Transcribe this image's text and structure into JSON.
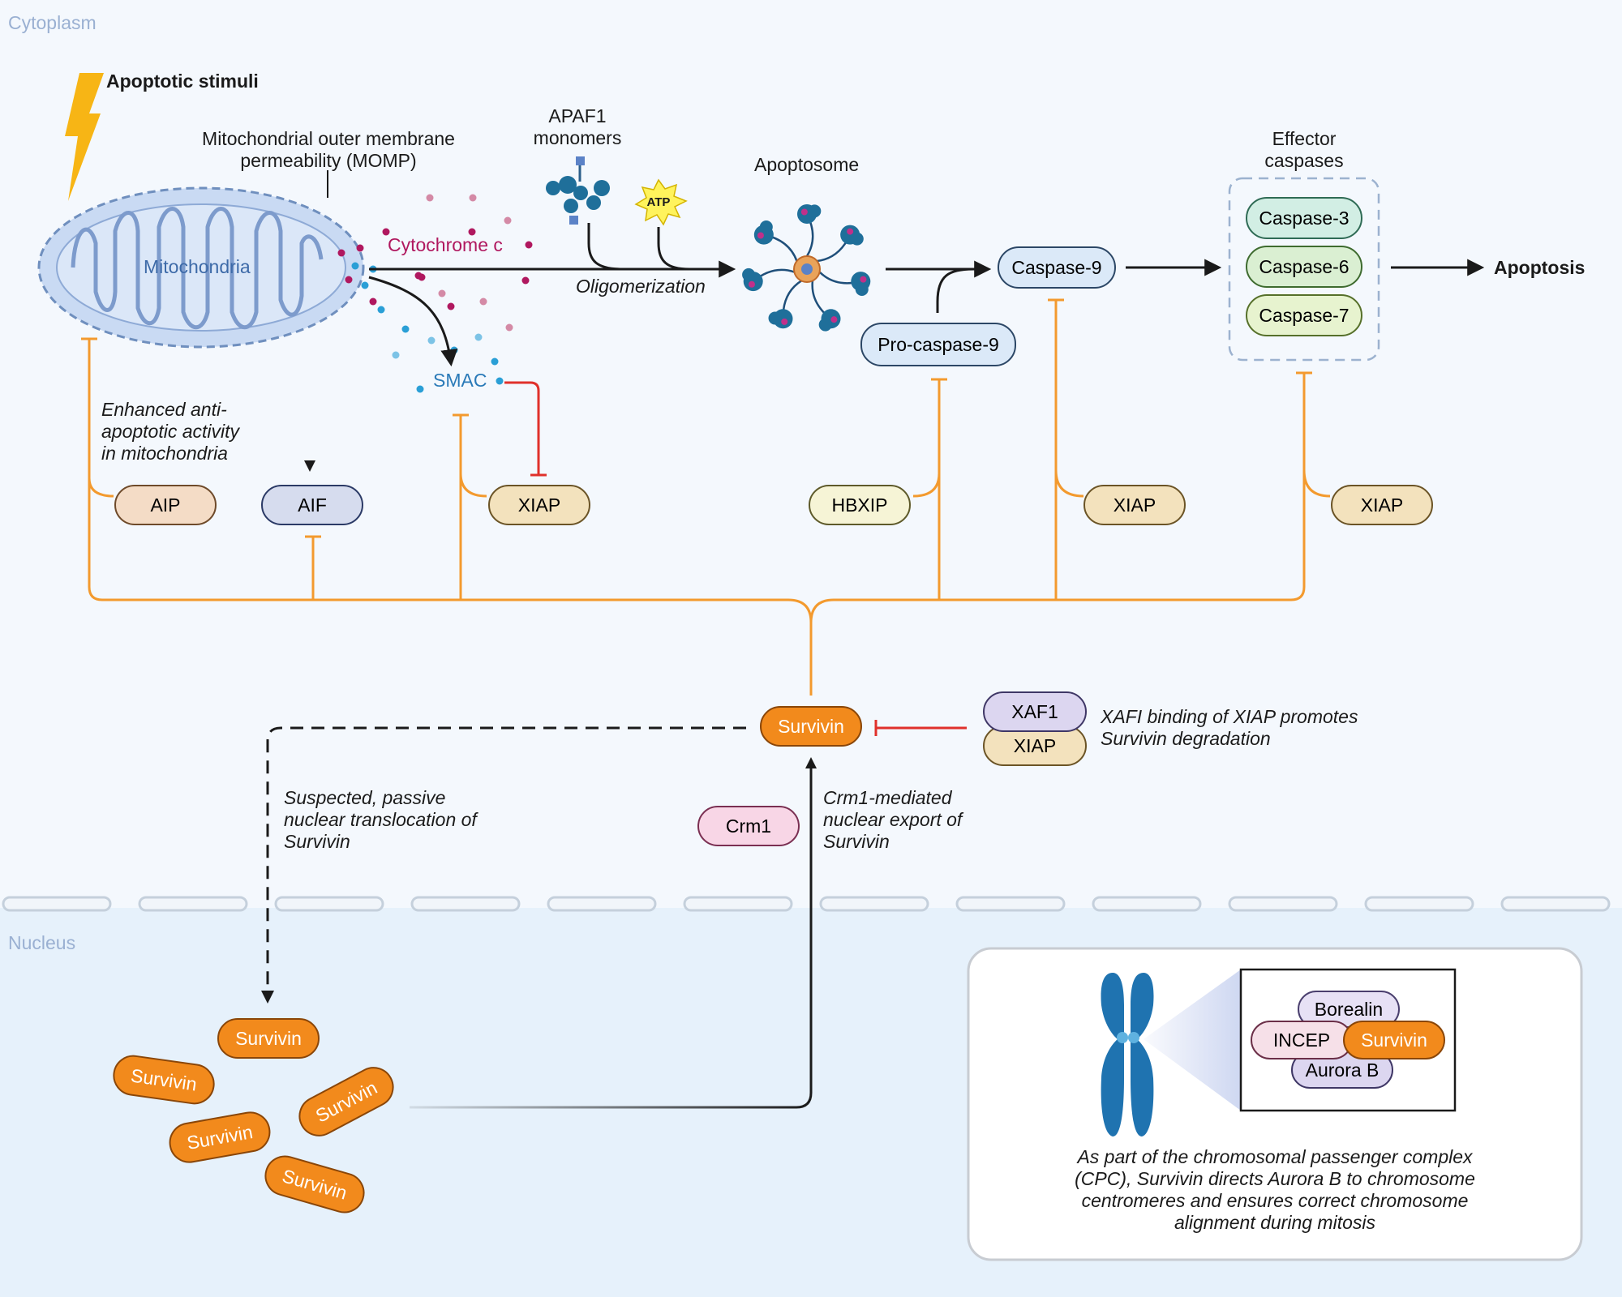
{
  "regions": {
    "cytoplasm": "Cytoplasm",
    "nucleus": "Nucleus"
  },
  "labels": {
    "apoptotic_stimuli": "Apoptotic stimuli",
    "momp_line1": "Mitochondrial outer membrane",
    "momp_line2": "permeability (MOMP)",
    "mitochondria": "Mitochondria",
    "cytochrome_c": "Cytochrome c",
    "apaf1_line1": "APAF1",
    "apaf1_line2": "monomers",
    "atp": "ATP",
    "oligomerization": "Oligomerization",
    "apoptosome": "Apoptosome",
    "effector_line1": "Effector",
    "effector_line2": "caspases",
    "apoptosis": "Apoptosis",
    "smac": "SMAC",
    "enhanced_line1": "Enhanced anti-",
    "enhanced_line2": "apoptotic activity",
    "enhanced_line3": "in mitochondria",
    "xaf1_note_line1": "XAFI binding of XIAP promotes",
    "xaf1_note_line2": "Survivin degradation",
    "translocation_line1": "Suspected, passive",
    "translocation_line2": "nuclear translocation of",
    "translocation_line3": "Survivin",
    "export_line1": "Crm1-mediated",
    "export_line2": "nuclear export of",
    "export_line3": "Survivin",
    "cpc_line1": "As part of the chromosomal passenger complex",
    "cpc_line2": "(CPC), Survivin directs Aurora B to chromosome",
    "cpc_line3": "centromeres and ensures correct chromosome",
    "cpc_line4": "alignment during mitosis"
  },
  "proteins": {
    "caspase9": "Caspase-9",
    "procaspase9": "Pro-caspase-9",
    "caspase3": "Caspase-3",
    "caspase6": "Caspase-6",
    "caspase7": "Caspase-7",
    "aip": "AIP",
    "aif": "AIF",
    "xiap_smac": "XIAP",
    "hbxip": "HBXIP",
    "xiap_casp9": "XIAP",
    "xiap_effector": "XIAP",
    "survivin_main": "Survivin",
    "xaf1": "XAF1",
    "xiap_complex": "XIAP",
    "crm1": "Crm1",
    "nuclear_survivin": [
      "Survivin",
      "Survivin",
      "Survivin",
      "Survivin",
      "Survivin"
    ],
    "cpc": {
      "borealin": "Borealin",
      "incep": "INCEP",
      "survivin": "Survivin",
      "aurora_b": "Aurora B"
    }
  },
  "colors": {
    "survivin": "#f28a1c",
    "inhibition_orange": "#f39a2e",
    "inhibition_red": "#e0312b",
    "mitochondria": "#c9daf3",
    "cytochrome": "#b0185f",
    "smac": "#2a9fd6",
    "nucleus_bg": "#e6f1fb",
    "chromosome": "#1f73b0"
  }
}
